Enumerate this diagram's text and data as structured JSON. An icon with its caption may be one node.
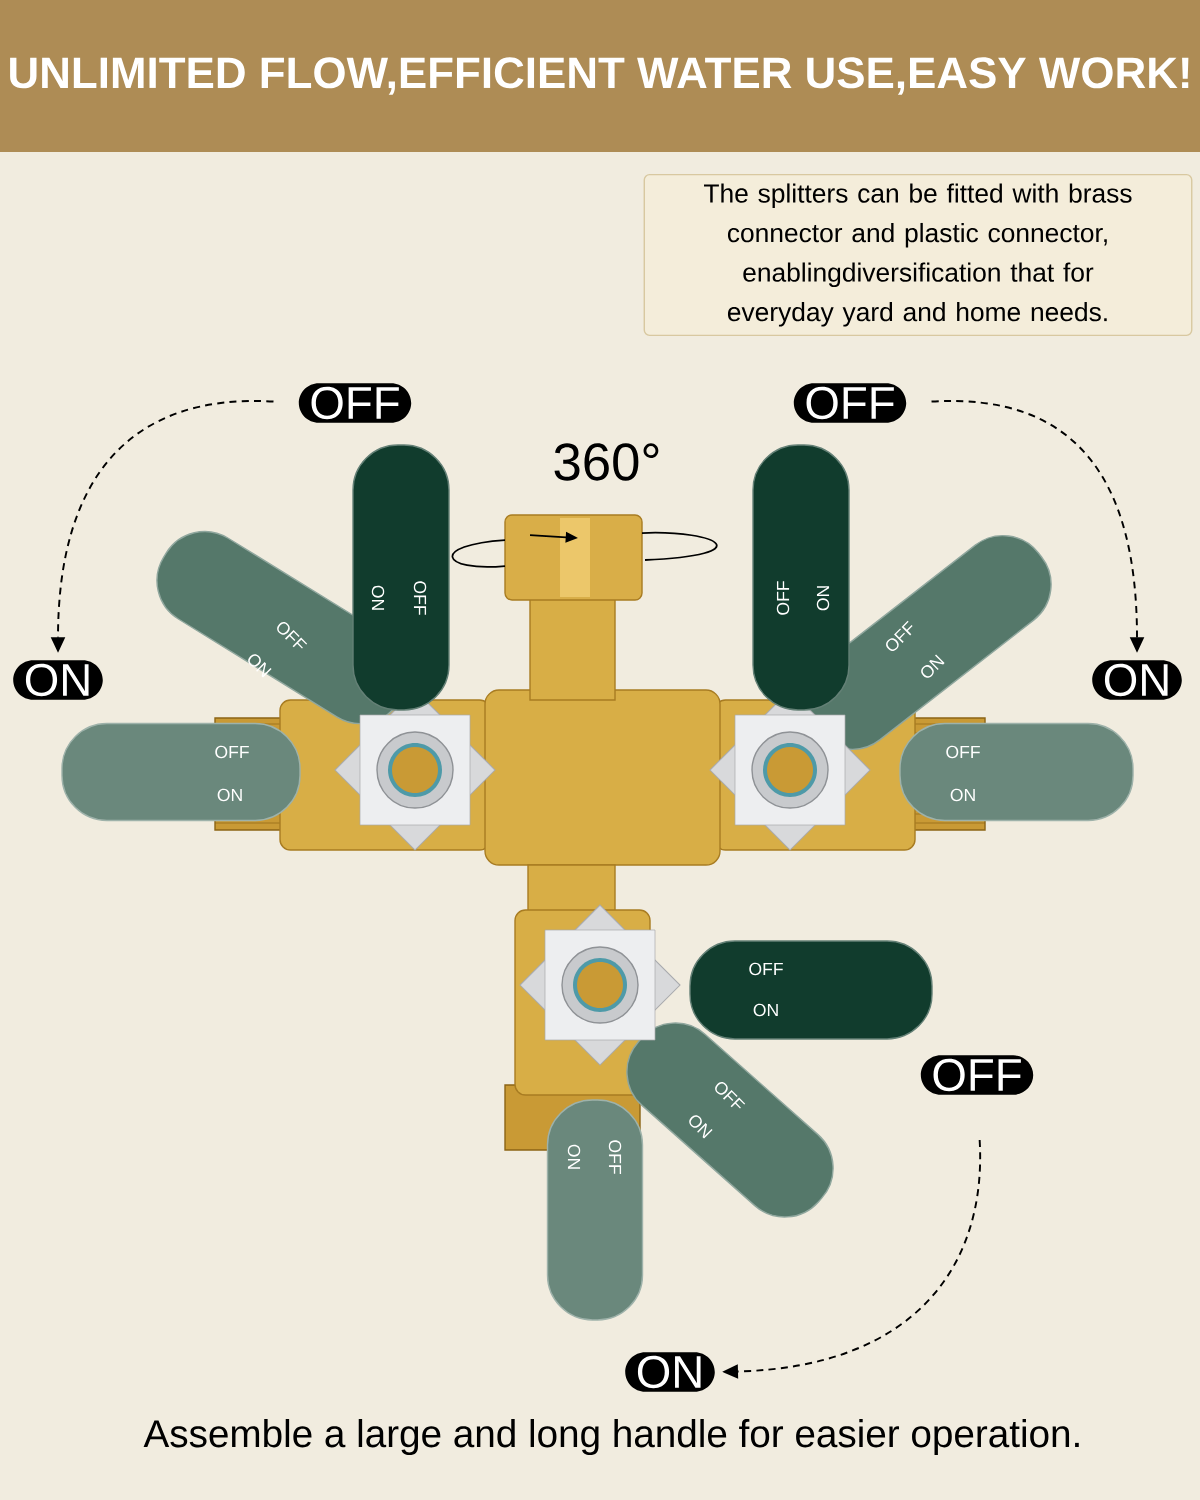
{
  "diagram": {
    "title": "UNLIMITED FLOW,EFFICIENT WATER USE,EASY WORK!",
    "caption": "Assemble a large and long handle for easier operation.",
    "nodes": [
      {
        "text": [
          "The splitters can be fitted with brass connector and plastic connector, enablingdiversification that for everyday yard and home needs."
        ]
      },
      {
        "text": [
          "OFF"
        ]
      },
      {
        "text": [
          "OFF"
        ]
      },
      {
        "text": [
          "ON"
        ]
      },
      {
        "text": [
          "ON"
        ]
      },
      {
        "text": [
          "OFF"
        ]
      },
      {
        "text": [
          "ON"
        ]
      }
    ],
    "edges": [
      {
        "from": 1,
        "to": 3,
        "arrow": "to",
        "style": "dashed"
      },
      {
        "from": 2,
        "to": 4,
        "arrow": "to",
        "style": "dashed"
      },
      {
        "from": 5,
        "to": 6,
        "arrow": "to",
        "style": "dashed"
      }
    ],
    "labels": [
      "360°",
      "ON",
      "OFF",
      "OFF",
      "ON",
      "OFF",
      "ON",
      "OFF",
      "ON",
      "OFF",
      "ON",
      "OFF",
      "ON",
      "OFF",
      "ON",
      "OFF",
      "ON",
      "ON",
      "OFF"
    ]
  }
}
